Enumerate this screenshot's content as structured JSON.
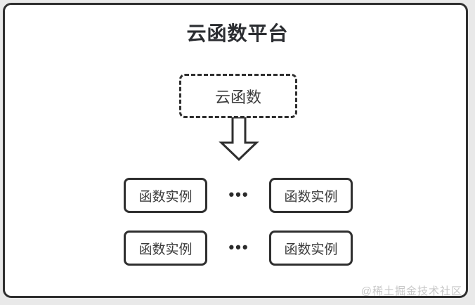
{
  "diagram": {
    "title": "云函数平台",
    "cloud_box": {
      "label": "云函数"
    },
    "instances": [
      {
        "label": "函数实例"
      },
      {
        "label": "函数实例"
      },
      {
        "label": "函数实例"
      },
      {
        "label": "函数实例"
      }
    ],
    "ellipsis": "•••",
    "watermark": "@稀土掘金技术社区",
    "colors": {
      "stroke": "#2f2f2f",
      "card_background": "#ffffff",
      "page_background": "#e9e9e9",
      "title_text": "#2b2d31",
      "watermark_text": "#c7c7c7"
    }
  }
}
